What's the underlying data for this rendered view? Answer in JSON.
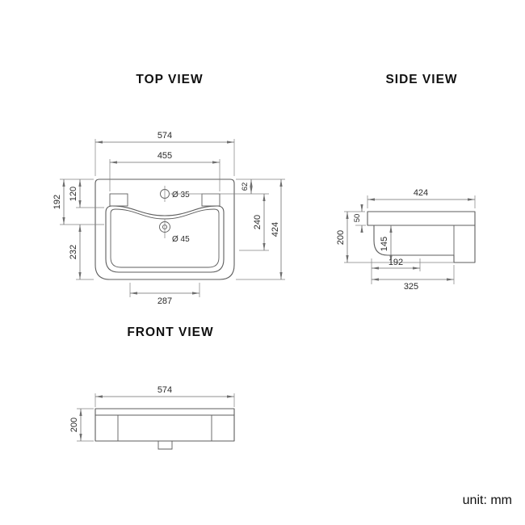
{
  "page": {
    "unit_label": "unit: mm"
  },
  "top_view": {
    "title": "TOP VIEW",
    "dim_outer_width": "574",
    "dim_inner_width": "455",
    "dim_left_depth": "192",
    "dim_left_upper": "120",
    "dim_left_lower": "232",
    "dim_faucet_offset": "62",
    "dim_bowl_depth": "240",
    "dim_total_depth": "424",
    "dim_bottom_width": "287",
    "label_faucet_hole": "Ø 35",
    "label_drain_hole": "Ø 45"
  },
  "side_view": {
    "title": "SIDE VIEW",
    "dim_depth": "424",
    "dim_height": "200",
    "dim_rim_thickness": "50",
    "dim_inner_height": "145",
    "dim_bottom_inner": "192",
    "dim_bottom_depth": "325"
  },
  "front_view": {
    "title": "FRONT VIEW",
    "dim_width": "574",
    "dim_height": "200"
  }
}
